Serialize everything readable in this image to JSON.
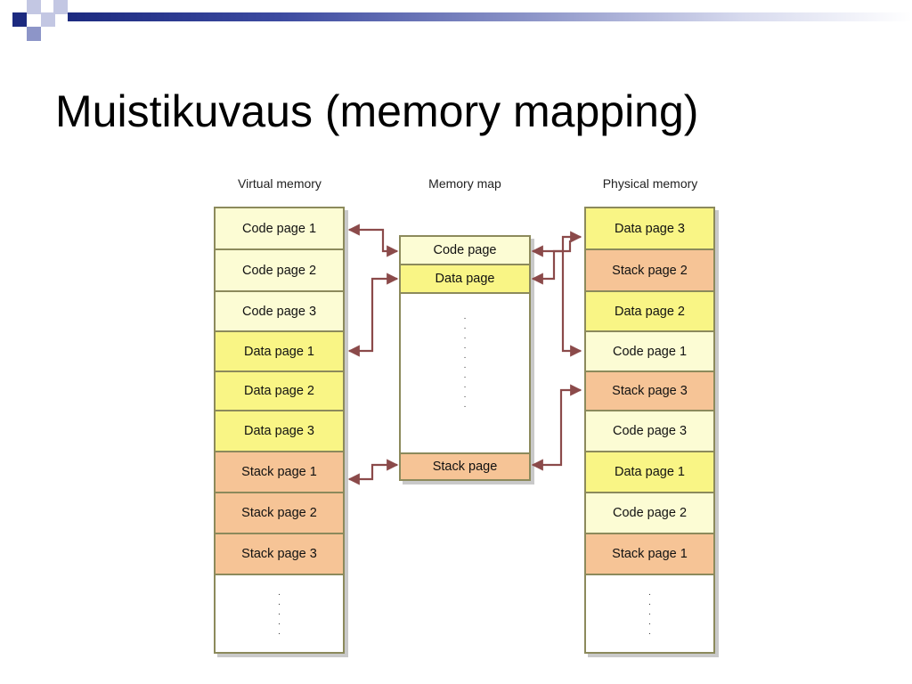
{
  "slide": {
    "title": "Muistikuvaus (memory mapping)"
  },
  "colors": {
    "header_dark": "#1c2a80",
    "code_fill": "#fcfcd4",
    "data_fill": "#f9f585",
    "stack_fill": "#f6c496",
    "border": "#8c8a5c",
    "arrow": "#8b4a4a"
  },
  "virtual": {
    "title": "Virtual memory",
    "cells": [
      {
        "label": "Code page 1",
        "kind": "code"
      },
      {
        "label": "Code page 2",
        "kind": "code"
      },
      {
        "label": "Code page 3",
        "kind": "code"
      },
      {
        "label": "Data page 1",
        "kind": "data"
      },
      {
        "label": "Data page 2",
        "kind": "data"
      },
      {
        "label": "Data page 3",
        "kind": "data"
      },
      {
        "label": "Stack page 1",
        "kind": "stack"
      },
      {
        "label": "Stack page 2",
        "kind": "stack"
      },
      {
        "label": "Stack page 3",
        "kind": "stack"
      }
    ]
  },
  "map": {
    "title": "Memory map",
    "cells": [
      {
        "label": "Code page",
        "kind": "code"
      },
      {
        "label": "Data page",
        "kind": "data"
      },
      {
        "label": "Stack page",
        "kind": "stack"
      }
    ]
  },
  "physical": {
    "title": "Physical memory",
    "cells": [
      {
        "label": "Data page 3",
        "kind": "data"
      },
      {
        "label": "Stack page 2",
        "kind": "stack"
      },
      {
        "label": "Data page 2",
        "kind": "data"
      },
      {
        "label": "Code page 1",
        "kind": "code"
      },
      {
        "label": "Stack page 3",
        "kind": "stack"
      },
      {
        "label": "Code page 3",
        "kind": "code"
      },
      {
        "label": "Data page 1",
        "kind": "data"
      },
      {
        "label": "Code page 2",
        "kind": "code"
      },
      {
        "label": "Stack page 1",
        "kind": "stack"
      }
    ]
  }
}
